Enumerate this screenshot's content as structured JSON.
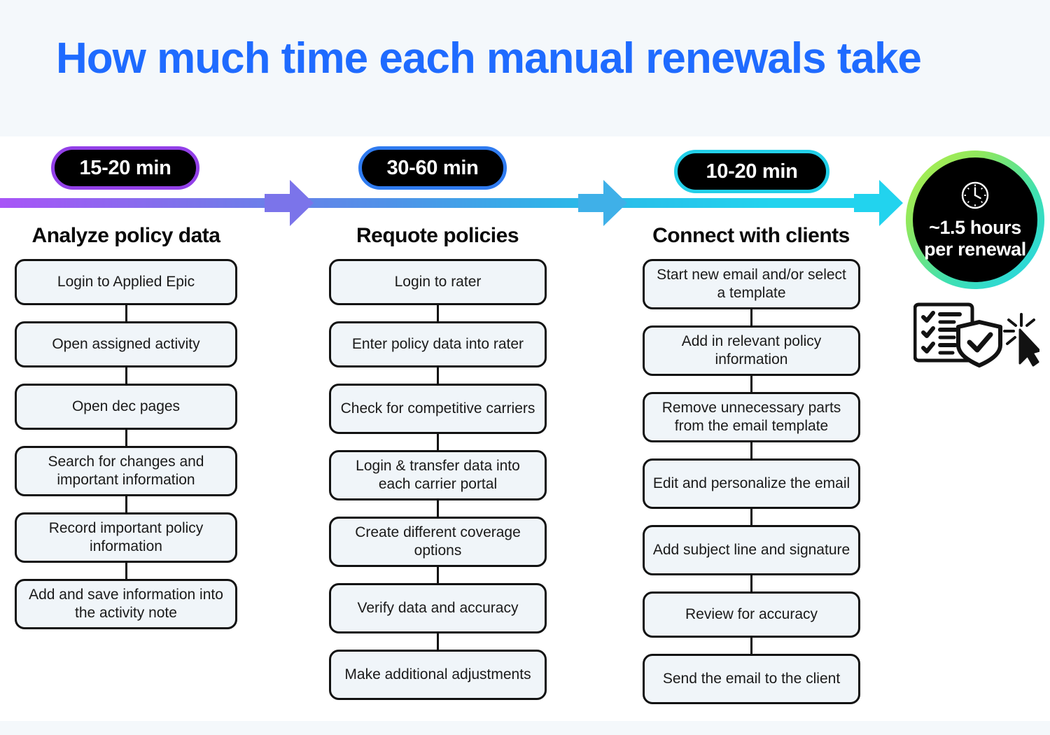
{
  "header": {
    "title": "How much time each manual renewals take",
    "title_color": "#1f6bff",
    "band_color": "#f4f8fb"
  },
  "timeline": {
    "gradient_start": "#a855f7",
    "gradient_end": "#22d3ee",
    "arrow_colors": [
      "#7b74ea",
      "#3fb0e8",
      "#22d3ee"
    ]
  },
  "stages": [
    {
      "duration": "15-20 min",
      "accent": "#9340e8",
      "heading": "Analyze policy data",
      "steps": [
        "Login to Applied Epic",
        "Open assigned activity",
        "Open dec pages",
        "Search for changes and important information",
        "Record important policy information",
        "Add and save information into the activity note"
      ]
    },
    {
      "duration": "30-60 min",
      "accent": "#2f7bf0",
      "heading": "Requote policies",
      "steps": [
        "Login to rater",
        "Enter policy data into rater",
        "Check for competitive carriers",
        "Login & transfer data into each carrier portal",
        "Create different coverage options",
        "Verify data and accuracy",
        "Make additional adjustments"
      ]
    },
    {
      "duration": "10-20 min",
      "accent": "#22cfe8",
      "heading": "Connect with clients",
      "steps": [
        "Start new email and/or select a template",
        "Add in relevant policy information",
        "Remove unnecessary parts from the email template",
        "Edit and personalize the email",
        "Add subject line and signature",
        "Review for accuracy",
        "Send the email to the client"
      ]
    }
  ],
  "total": {
    "line1": "~1.5 hours",
    "line2": "per renewal",
    "ring_start": "#b6f04a",
    "ring_end": "#22d3ee",
    "icon": "clock-icon"
  },
  "decorative_icons": [
    "checklist-shield-icon",
    "cursor-click-icon"
  ]
}
